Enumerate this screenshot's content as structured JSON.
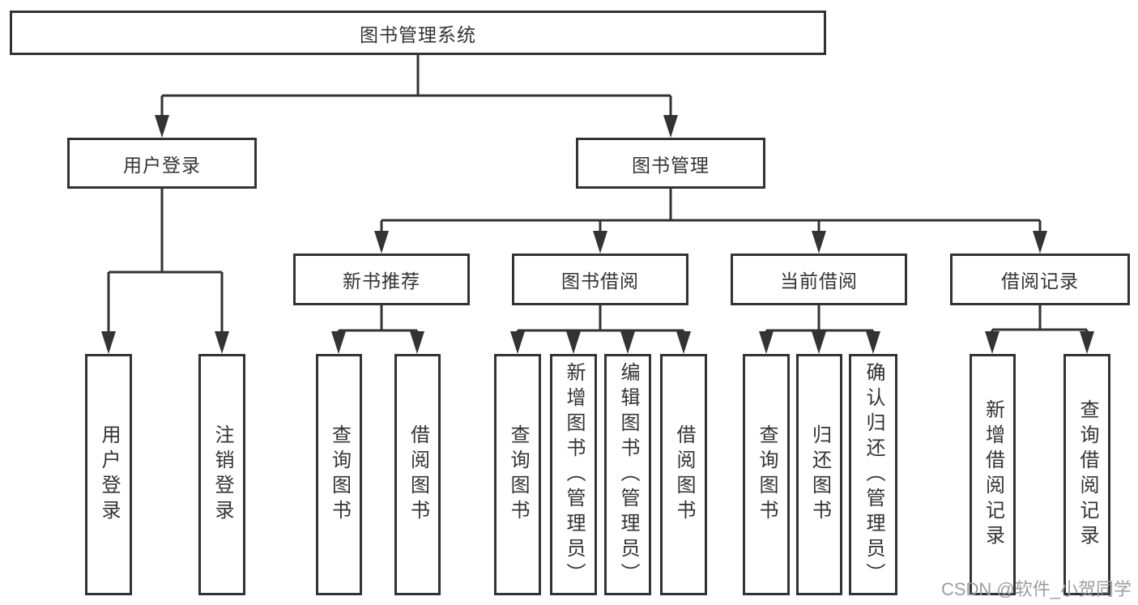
{
  "tree": {
    "root": {
      "label": "图书管理系统"
    },
    "children": [
      {
        "label": "用户登录",
        "children": [
          {
            "label": "用户登录"
          },
          {
            "label": "注销登录"
          }
        ]
      },
      {
        "label": "图书管理",
        "children": [
          {
            "label": "新书推荐",
            "children": [
              {
                "label": "查询图书"
              },
              {
                "label": "借阅图书"
              }
            ]
          },
          {
            "label": "图书借阅",
            "children": [
              {
                "label": "查询图书"
              },
              {
                "label": "新增图书（管理员）"
              },
              {
                "label": "编辑图书（管理员）"
              },
              {
                "label": "借阅图书"
              }
            ]
          },
          {
            "label": "当前借阅",
            "children": [
              {
                "label": "查询图书"
              },
              {
                "label": "归还图书"
              },
              {
                "label": "确认归还（管理员）"
              }
            ]
          },
          {
            "label": "借阅记录",
            "children": [
              {
                "label": "新增借阅记录"
              },
              {
                "label": "查询借阅记录"
              }
            ]
          }
        ]
      }
    ]
  },
  "watermark": {
    "text": "CSDN @软件_小贺同学"
  },
  "colors": {
    "line": "#333333",
    "text": "#333333",
    "box_fill": "#ffffff",
    "background": "#ffffff",
    "watermark": "#9e9e9e"
  }
}
